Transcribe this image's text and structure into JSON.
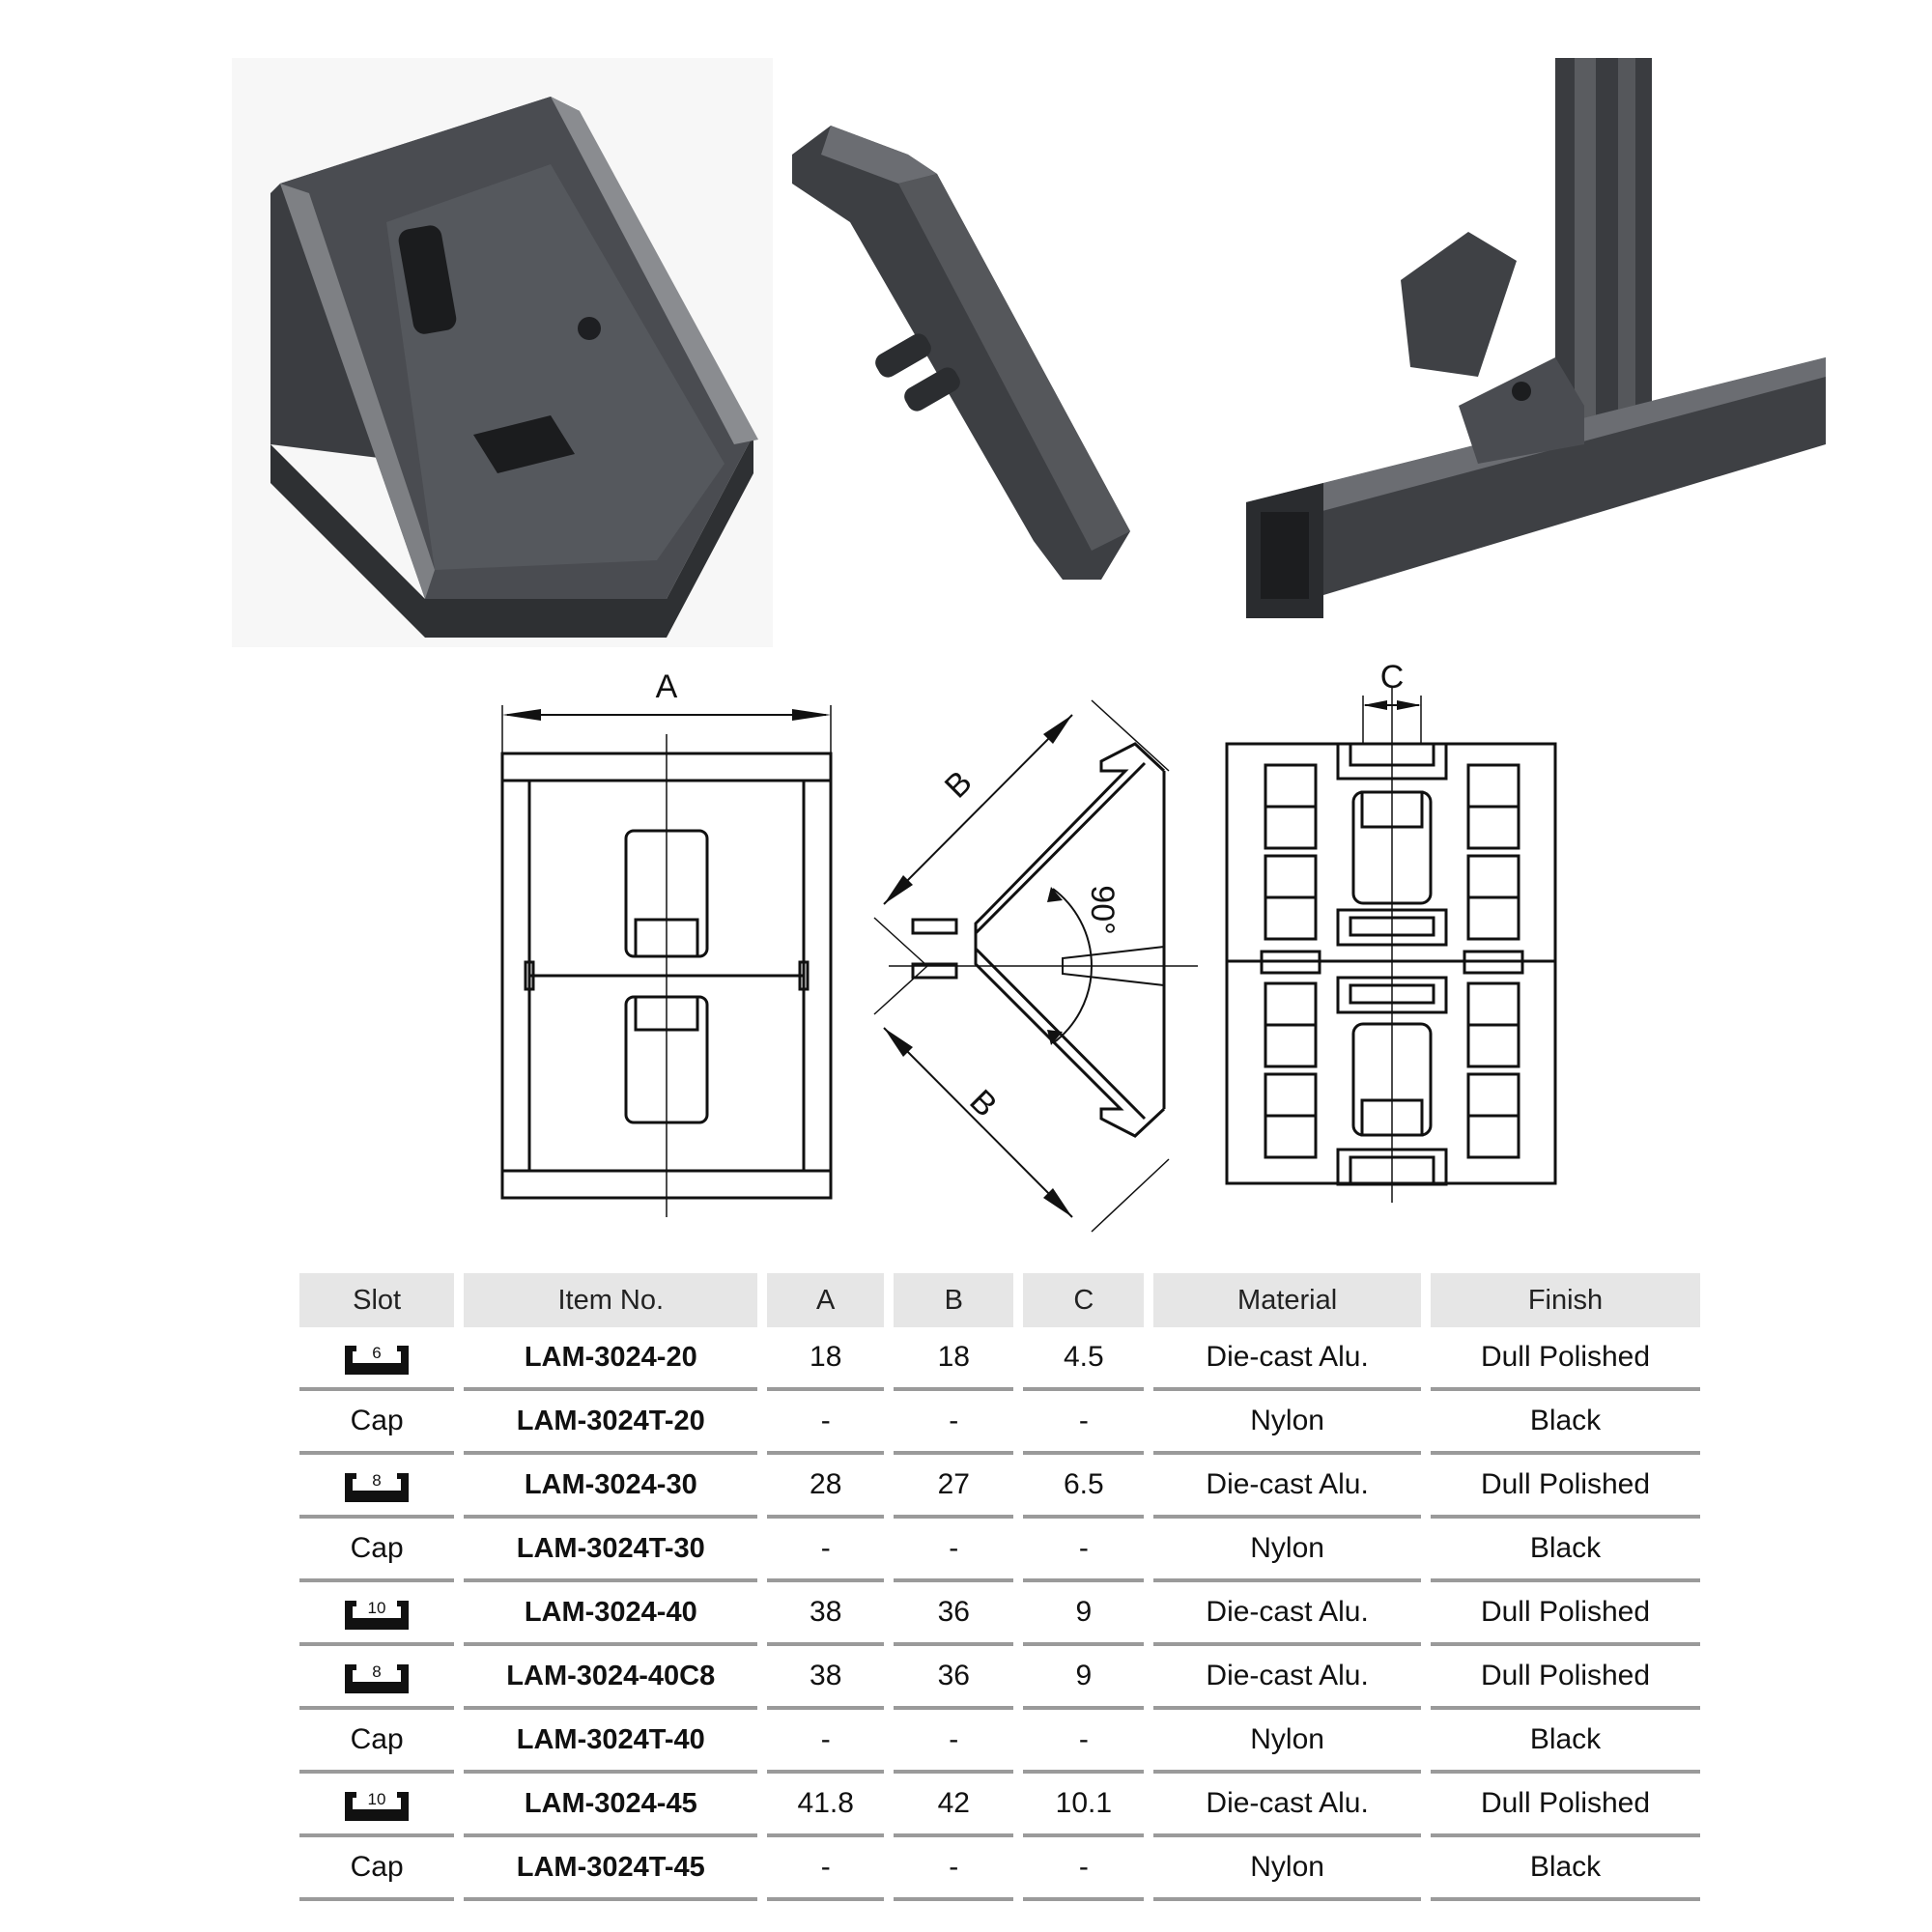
{
  "drawing": {
    "dim_a": "A",
    "dim_b_upper": "B",
    "dim_b_lower": "B",
    "dim_c": "C",
    "angle": "90°"
  },
  "table": {
    "headers": [
      "Slot",
      "Item No.",
      "A",
      "B",
      "C",
      "Material",
      "Finish"
    ],
    "rows": [
      {
        "slot_icon": "6",
        "slot_text": "",
        "item": "LAM-3024-20",
        "a": "18",
        "b": "18",
        "c": "4.5",
        "material": "Die-cast Alu.",
        "finish": "Dull Polished"
      },
      {
        "slot_icon": "",
        "slot_text": "Cap",
        "item": "LAM-3024T-20",
        "a": "-",
        "b": "-",
        "c": "-",
        "material": "Nylon",
        "finish": "Black"
      },
      {
        "slot_icon": "8",
        "slot_text": "",
        "item": "LAM-3024-30",
        "a": "28",
        "b": "27",
        "c": "6.5",
        "material": "Die-cast Alu.",
        "finish": "Dull Polished"
      },
      {
        "slot_icon": "",
        "slot_text": "Cap",
        "item": "LAM-3024T-30",
        "a": "-",
        "b": "-",
        "c": "-",
        "material": "Nylon",
        "finish": "Black"
      },
      {
        "slot_icon": "10",
        "slot_text": "",
        "item": "LAM-3024-40",
        "a": "38",
        "b": "36",
        "c": "9",
        "material": "Die-cast Alu.",
        "finish": "Dull Polished"
      },
      {
        "slot_icon": "8",
        "slot_text": "",
        "item": "LAM-3024-40C8",
        "a": "38",
        "b": "36",
        "c": "9",
        "material": "Die-cast Alu.",
        "finish": "Dull Polished"
      },
      {
        "slot_icon": "",
        "slot_text": "Cap",
        "item": "LAM-3024T-40",
        "a": "-",
        "b": "-",
        "c": "-",
        "material": "Nylon",
        "finish": "Black"
      },
      {
        "slot_icon": "10",
        "slot_text": "",
        "item": "LAM-3024-45",
        "a": "41.8",
        "b": "42",
        "c": "10.1",
        "material": "Die-cast Alu.",
        "finish": "Dull Polished"
      },
      {
        "slot_icon": "",
        "slot_text": "Cap",
        "item": "LAM-3024T-45",
        "a": "-",
        "b": "-",
        "c": "-",
        "material": "Nylon",
        "finish": "Black"
      }
    ]
  }
}
